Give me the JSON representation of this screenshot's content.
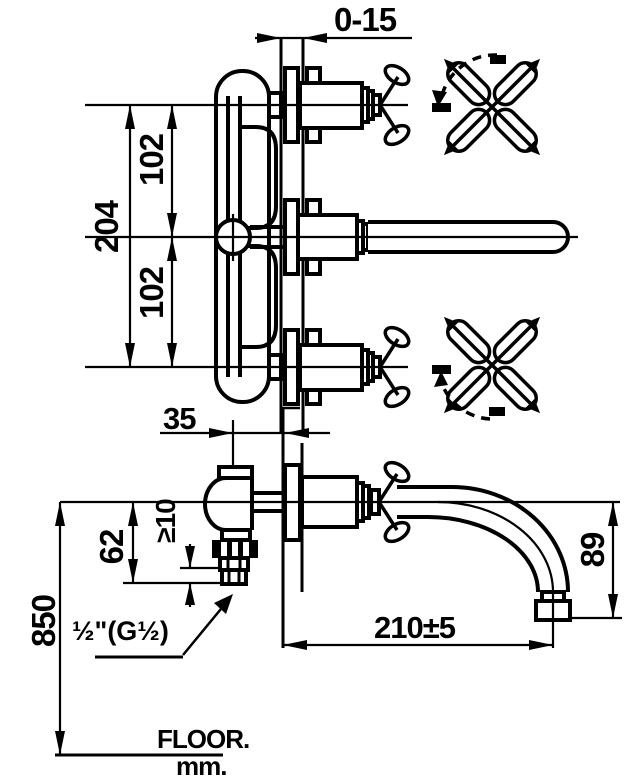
{
  "drawing": {
    "kind": "faucet-installation-diagram",
    "stroke_color": "#000000",
    "background_color": "#ffffff",
    "dimensions": {
      "wall_adjustment": "0-15",
      "valve_spacing_total": "204",
      "valve_spacing_upper": "102",
      "valve_spacing_lower": "102",
      "inlet_to_wall": "35",
      "inlet_drop": "62",
      "min_pipe_clearance": "≥10",
      "install_height": "850",
      "spout_reach": "210±5",
      "spout_drop": "89",
      "inlet_connection": "½\"(G½)"
    },
    "labels": {
      "floor": "FLOOR.",
      "units": "mm."
    }
  }
}
